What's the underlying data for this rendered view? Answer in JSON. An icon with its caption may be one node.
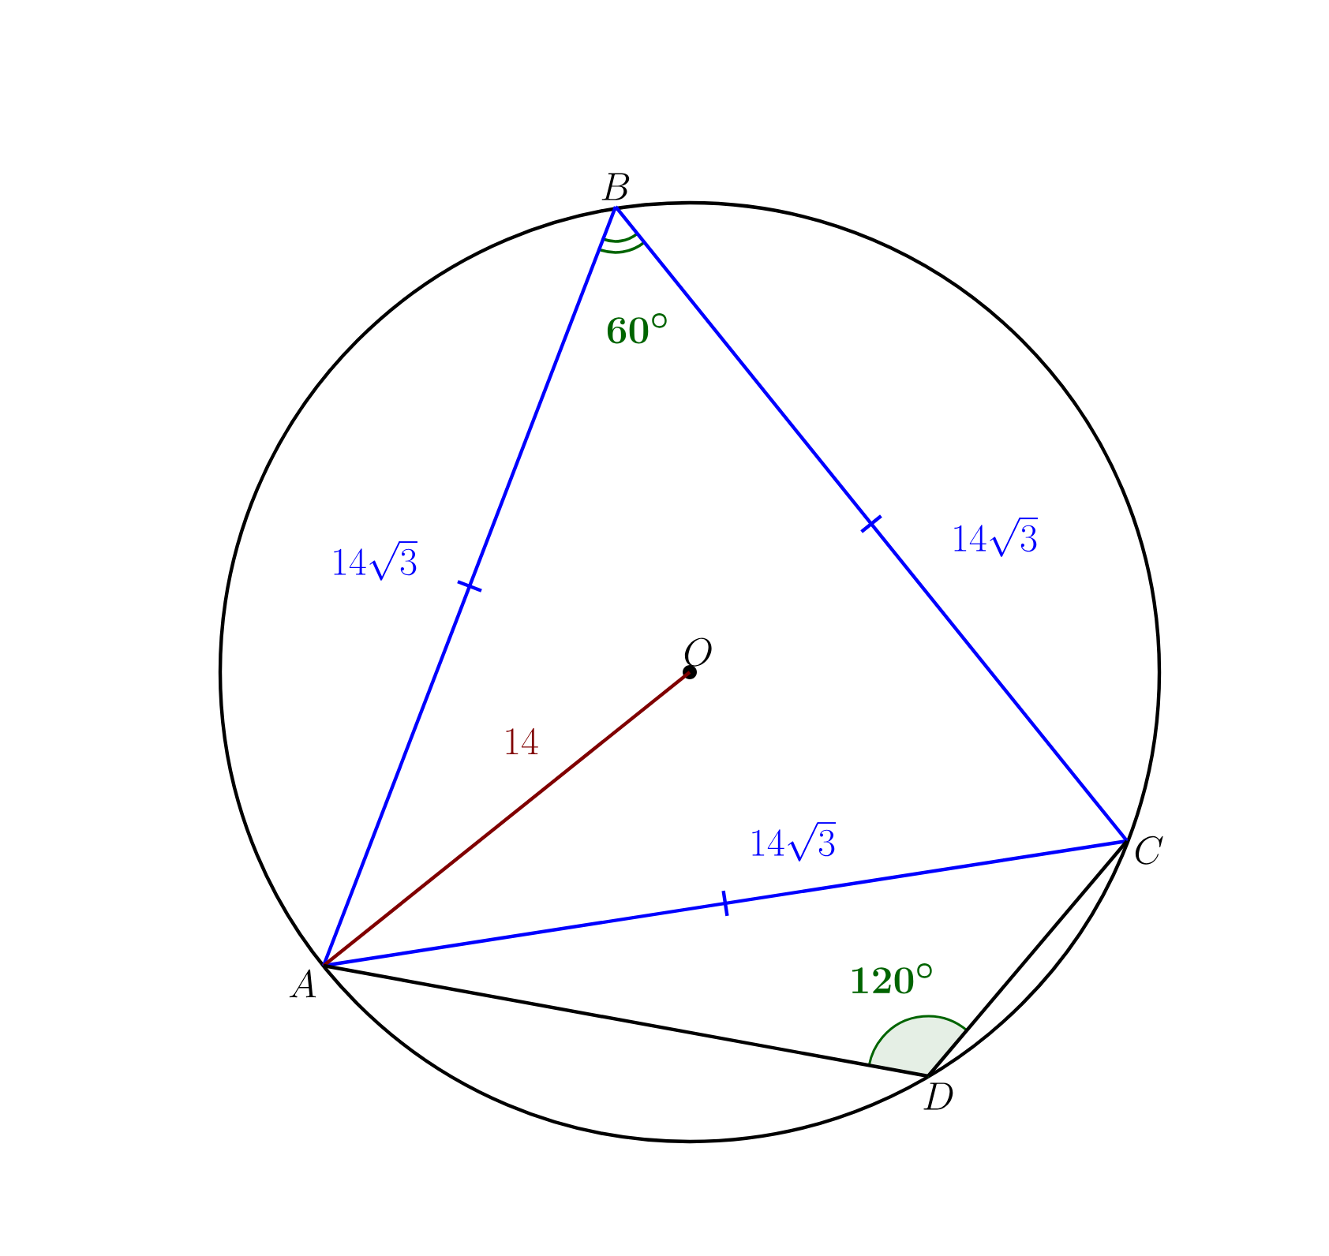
{
  "diagram": {
    "nodes": [
      {
        "text": [
          "A"
        ]
      },
      {
        "text": [
          "B"
        ]
      },
      {
        "text": [
          "C"
        ]
      },
      {
        "text": [
          "D"
        ]
      },
      {
        "text": [
          "O"
        ]
      }
    ],
    "edges": [
      {
        "from": 0,
        "to": 1,
        "arrow": "none",
        "label": "14\\sqrt{3}"
      },
      {
        "from": 1,
        "to": 2,
        "arrow": "none",
        "label": "14\\sqrt{3}"
      },
      {
        "from": 0,
        "to": 2,
        "arrow": "none",
        "label": "14\\sqrt{3}"
      },
      {
        "from": 0,
        "to": 4,
        "arrow": "none",
        "label": "14",
        "color": "#800000"
      },
      {
        "from": 0,
        "to": 3,
        "arrow": "none",
        "color": "#000000"
      },
      {
        "from": 3,
        "to": 2,
        "arrow": "none",
        "color": "#000000"
      }
    ],
    "labels": [
      "60^\\circ",
      "120^\\circ"
    ]
  }
}
